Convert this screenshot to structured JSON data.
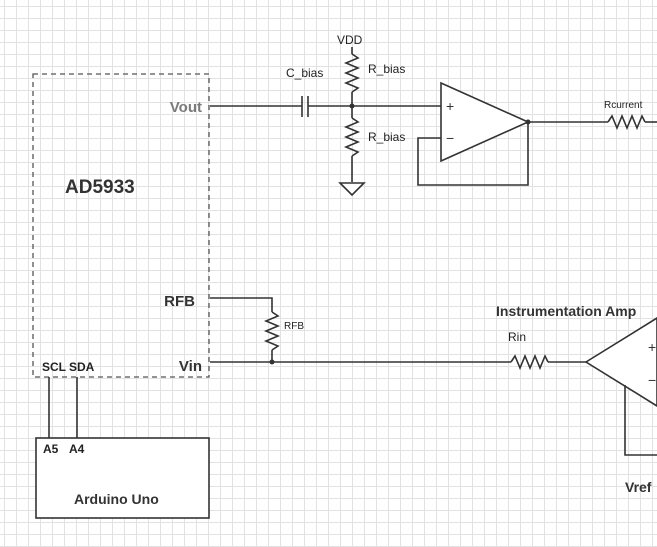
{
  "ad5933": {
    "name": "AD5933",
    "pins": {
      "vout": "Vout",
      "rfb": "RFB",
      "vin": "Vin",
      "scl": "SCL",
      "sda": "SDA"
    }
  },
  "bias": {
    "vdd": "VDD",
    "cap": "C_bias",
    "r_top": "R_bias",
    "r_bottom": "R_bias"
  },
  "opamp": {
    "plus": "+",
    "minus": "−"
  },
  "rcurrent": "Rcurrent",
  "rfb_resistor": "RFB",
  "rin": "Rin",
  "inamp": {
    "title": "Instrumentation Amp",
    "plus": "+",
    "minus": "−",
    "vref": "Vref"
  },
  "arduino": {
    "name": "Arduino Uno",
    "pins": {
      "a5": "A5",
      "a4": "A4"
    }
  }
}
